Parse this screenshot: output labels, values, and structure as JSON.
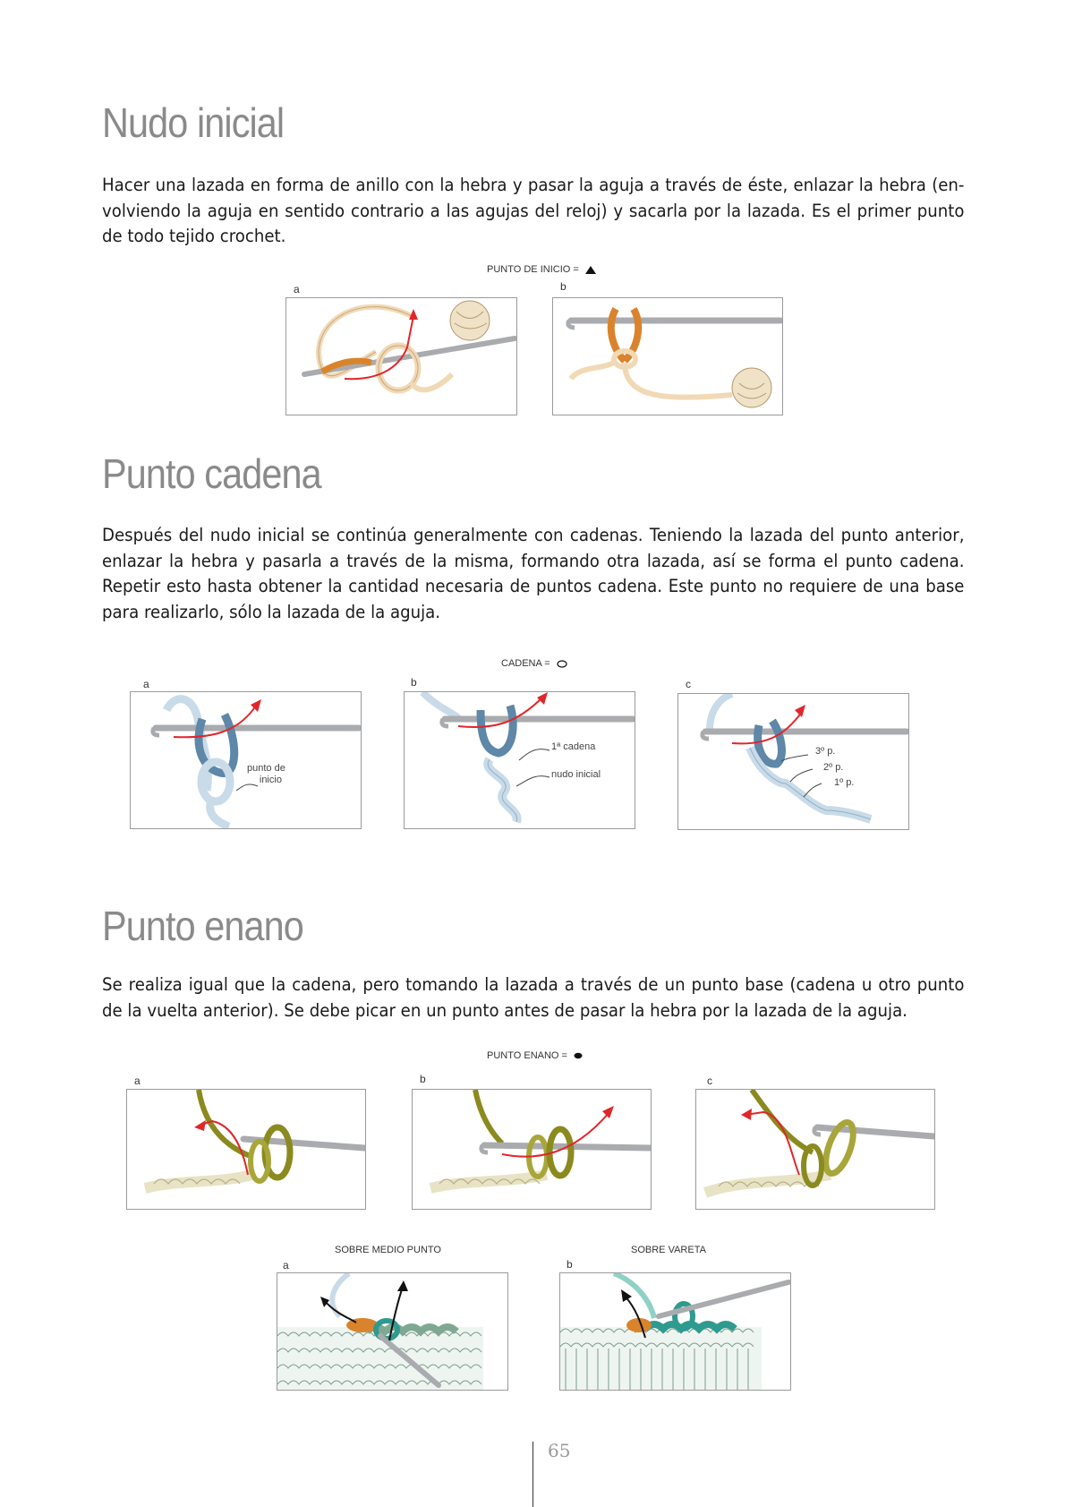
{
  "sections": [
    {
      "title": "Nudo inicial",
      "text": "Hacer una lazada en forma de anillo con la hebra y pasar la aguja a través de éste, enlazar la hebra (en-volviendo la aguja en sentido contrario a las agujas del reloj) y sacarla por la lazada. Es el primer punto de todo tejido crochet.",
      "caption": "PUNTO DE INICIO =",
      "symbol": "filled-triangle-icon",
      "figures": [
        {
          "letter": "a"
        },
        {
          "letter": "b"
        }
      ]
    },
    {
      "title": "Punto cadena",
      "text": "Después del nudo inicial se continúa generalmente con cadenas. Teniendo la lazada del punto anterior, enlazar la hebra y pasarla a través de la misma, formando otra lazada, así se forma el punto cadena. Repetir esto hasta obtener la cantidad necesaria de puntos cadena. Este punto no requiere de una base para realizarlo, sólo la lazada de la aguja.",
      "caption": "CADENA =",
      "symbol": "oval-outline-icon",
      "figures": [
        {
          "letter": "a",
          "labels": [
            "punto de",
            "inicio"
          ]
        },
        {
          "letter": "b",
          "labels": [
            "1ª cadena",
            "nudo inicial"
          ]
        },
        {
          "letter": "c",
          "labels": [
            "3º p.",
            "2º p.",
            "1º p."
          ]
        }
      ]
    },
    {
      "title": "Punto enano",
      "text": "Se realiza igual que la cadena, pero tomando la lazada a través de un punto base (cadena u otro punto de la vuelta anterior). Se debe picar en un punto antes de pasar la hebra por la lazada de la aguja.",
      "caption": "PUNTO ENANO =",
      "symbol": "filled-dot-icon",
      "figures": [
        {
          "letter": "a"
        },
        {
          "letter": "b"
        },
        {
          "letter": "c"
        }
      ],
      "sub_figures": [
        {
          "caption": "SOBRE MEDIO PUNTO",
          "letter": "a"
        },
        {
          "caption": "SOBRE VARETA",
          "letter": "b"
        }
      ]
    }
  ],
  "page_number": "65",
  "colors": {
    "heading": "#8a8a8a",
    "hook": "#a9abae",
    "arrow_red": "#e0262b",
    "yarn_cream": "#f1d9b5",
    "yarn_orange": "#d9842c",
    "yarn_blue": "#5e87a8",
    "yarn_lightblue": "#c9dbe8",
    "yarn_olive": "#8b8a1f",
    "yarn_beige": "#e8e3c4",
    "yarn_teal": "#2f9a8f",
    "yarn_mint": "#dbe8e0"
  }
}
